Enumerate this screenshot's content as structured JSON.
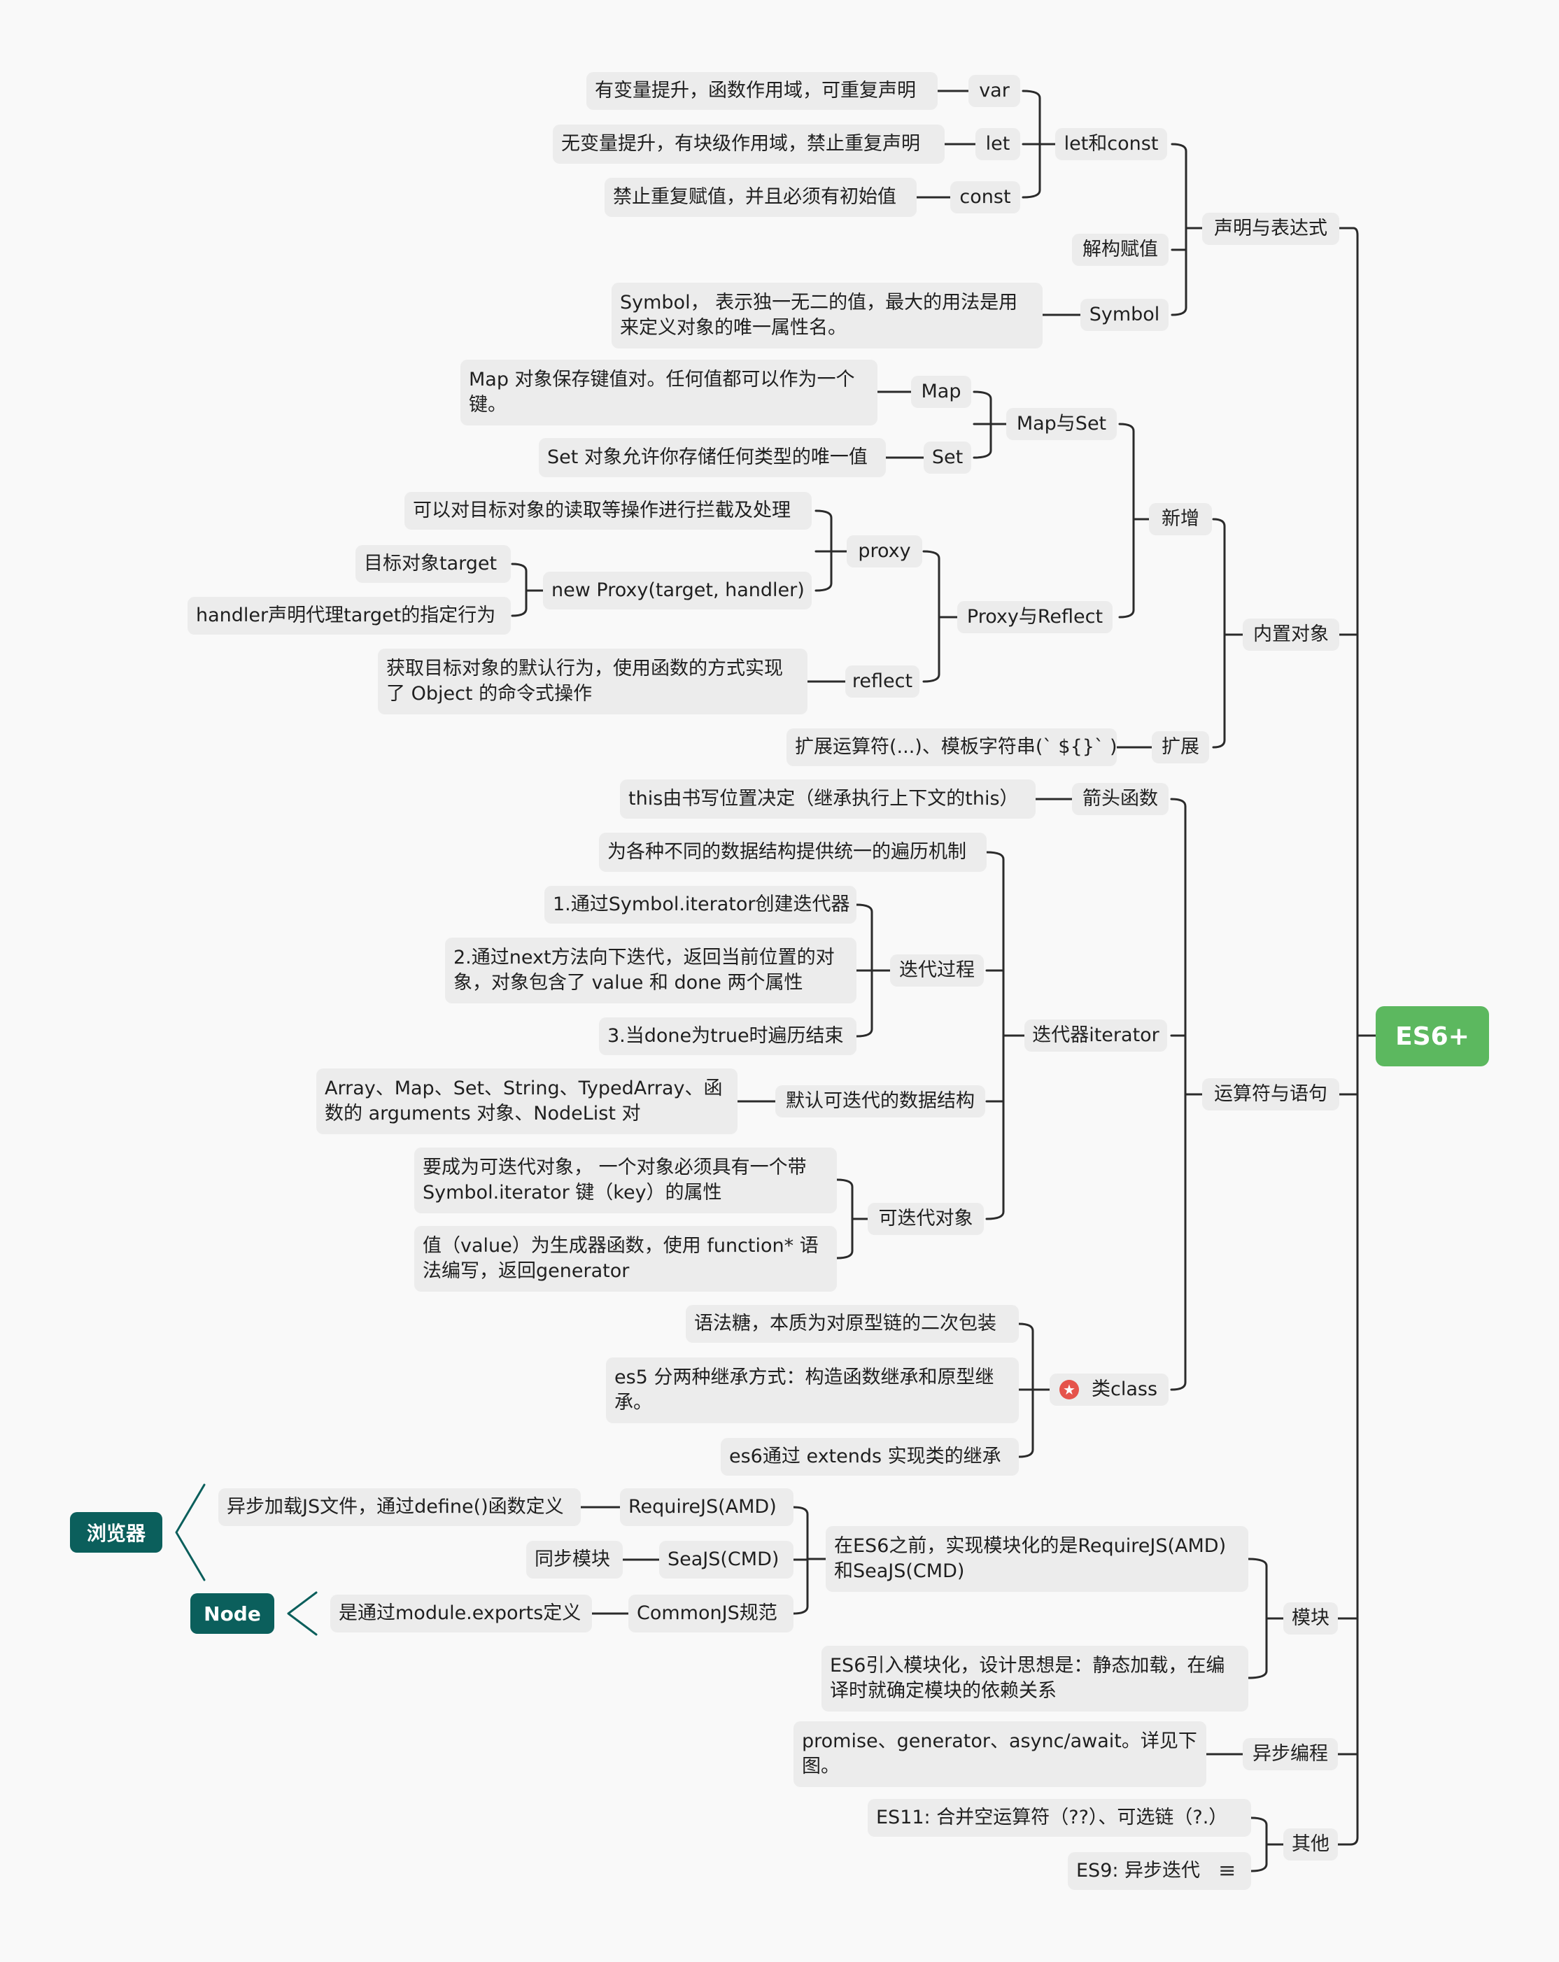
{
  "root": "ES6+",
  "branches": {
    "declare": "声明与表达式",
    "builtin": "内置对象",
    "operators": "运算符与语句",
    "module": "模块",
    "async": "异步编程",
    "other": "其他"
  },
  "declare": {
    "letconst": "let和const",
    "var": "var",
    "var_desc": "有变量提升，函数作用域，可重复声明",
    "let": "let",
    "let_desc": "无变量提升，有块级作用域，禁止重复声明",
    "const": "const",
    "const_desc": "禁止重复赋值，并且必须有初始值",
    "destructure": "解构赋值",
    "symbol": "Symbol",
    "symbol_desc": "Symbol， 表示独一无二的值，最大的用法是用来定义对象的唯一属性名。"
  },
  "builtin": {
    "new": "新增",
    "mapset": "Map与Set",
    "map": "Map",
    "map_desc": "Map 对象保存键值对。任何值都可以作为一个键。",
    "set": "Set",
    "set_desc": "Set 对象允许你存储任何类型的唯一值",
    "proxyreflect": "Proxy与Reflect",
    "proxy": "proxy",
    "proxy_desc": "可以对目标对象的读取等操作进行拦截及处理",
    "new_proxy": "new Proxy(target, handler)",
    "target": "目标对象target",
    "handler": "handler声明代理target的指定行为",
    "reflect": "reflect",
    "reflect_desc": "获取目标对象的默认行为，使用函数的方式实现了 Object 的命令式操作",
    "extend": "扩展",
    "extend_desc": "扩展运算符(...)、模板字符串(` ${}` )"
  },
  "operators": {
    "arrow": "箭头函数",
    "arrow_desc": "this由书写位置决定（继承执行上下文的this）",
    "iterator": "迭代器iterator",
    "iter_desc": "为各种不同的数据结构提供统一的遍历机制",
    "iter_process": "迭代过程",
    "step1": "1.通过Symbol.iterator创建迭代器",
    "step2": "2.通过next方法向下迭代，返回当前位置的对象，对象包含了 value 和 done 两个属性",
    "step3": "3.当done为true时遍历结束",
    "default_iter": "默认可迭代的数据结构",
    "default_iter_desc": "Array、Map、Set、String、TypedArray、函数的 arguments 对象、NodeList 对",
    "iterable": "可迭代对象",
    "iterable_desc1": "要成为可迭代对象， 一个对象必须具有一个带 Symbol.iterator 键（key）的属性",
    "iterable_desc2": "值（value）为生成器函数，使用 function* 语法编写，返回generator",
    "class": "类class",
    "class_desc1": "语法糖，本质为对原型链的二次包装",
    "class_desc2": "es5 分两种继承方式：构造函数继承和原型继承。",
    "class_desc3": "es6通过 extends 实现类的继承"
  },
  "module": {
    "before": "在ES6之前，实现模块化的是RequireJS(AMD)和SeaJS(CMD)",
    "requirejs": "RequireJS(AMD)",
    "requirejs_desc": "异步加载JS文件，通过define()函数定义",
    "seajs": "SeaJS(CMD)",
    "seajs_desc": "同步模块",
    "commonjs": "CommonJS规范",
    "commonjs_desc": "是通过module.exports定义",
    "es6": "ES6引入模块化，设计思想是：静态加载，在编译时就确定模块的依赖关系",
    "browser": "浏览器",
    "node": "Node"
  },
  "async": {
    "desc": "promise、generator、async/await。详见下图。"
  },
  "other": {
    "es11": "ES11: 合并空运算符（??）、可选链（?.）",
    "es9": "ES9: 异步迭代",
    "notes_icon": "notes-icon"
  },
  "colors": {
    "root": "#5cb85f",
    "tag": "#0b5f5c",
    "line": "#2b2b2b",
    "node": "#ececec"
  }
}
